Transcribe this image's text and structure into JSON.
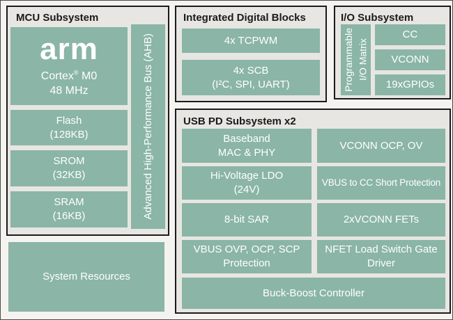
{
  "colors": {
    "block_fill": "#8ab5a7",
    "group_fill": "#e8e6e2",
    "border": "#1a1a1a",
    "page_bg": "#f4f3f0",
    "block_text": "#ffffff",
    "title_text": "#1a1a1a"
  },
  "mcu": {
    "title": "MCU Subsystem",
    "arm_block": {
      "logo": "arm",
      "core_name": "Cortex",
      "reg_mark": "®",
      "core_model": " M0",
      "speed": "48 MHz"
    },
    "flash": {
      "line1": "Flash",
      "line2": "(128KB)"
    },
    "srom": {
      "line1": "SROM",
      "line2": "(32KB)"
    },
    "sram": {
      "line1": "SRAM",
      "line2": "(16KB)"
    },
    "ahb_bus": "Advanced High-Performance Bus (AHB)"
  },
  "digital": {
    "title": "Integrated Digital Blocks",
    "tcpwm": "4x TCPWM",
    "scb": {
      "line1": "4x SCB",
      "line2": "(I²C, SPI, UART)"
    }
  },
  "io": {
    "title": "I/O Subsystem",
    "matrix": {
      "line1": "Programmable",
      "line2": "I/O Matrix"
    },
    "cc": "CC",
    "vconn": "VCONN",
    "gpios": "19xGPIOs"
  },
  "usbpd": {
    "title": "USB PD Subsystem x2",
    "baseband": {
      "line1": "Baseband",
      "line2": "MAC & PHY"
    },
    "vconn_ocp": "VCONN OCP, OV",
    "ldo": {
      "line1": "Hi-Voltage LDO",
      "line2": "(24V)"
    },
    "vbus_cc_short": "VBUS to CC Short Protection",
    "sar": "8-bit SAR",
    "vconn_fets": "2xVCONN FETs",
    "vbus_ovp": {
      "line1": "VBUS OVP, OCP, SCP",
      "line2": "Protection"
    },
    "nfet": {
      "line1": "NFET Load Switch Gate",
      "line2": "Driver"
    },
    "buck_boost": "Buck-Boost Controller"
  },
  "system_resources": "System Resources"
}
